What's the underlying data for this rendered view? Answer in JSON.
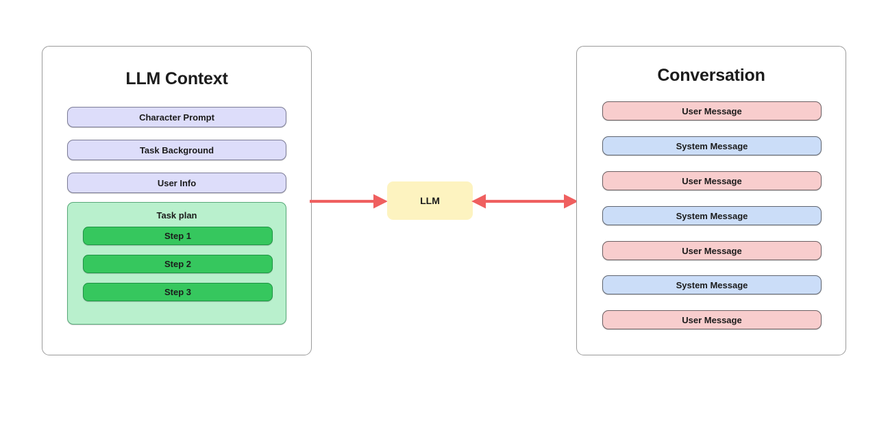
{
  "diagram": {
    "title_left": "LLM Context",
    "title_right": "Conversation",
    "center_node_label": "LLM",
    "accent_arrow_color": "#ef5f5f",
    "colors": {
      "context_item": "#ddddfa",
      "task_plan_group": "#b9f0cd",
      "task_step": "#36c75e",
      "user_message": "#f8cdcd",
      "system_message": "#cbddf8",
      "llm_node": "#fdf3c0",
      "panel_border": "#9a9a9a"
    }
  },
  "llm_context": {
    "title": "LLM Context",
    "items": [
      {
        "label": "Character Prompt"
      },
      {
        "label": "Task Background"
      },
      {
        "label": "User Info"
      }
    ],
    "task_plan": {
      "label": "Task plan",
      "steps": [
        {
          "label": "Step 1"
        },
        {
          "label": "Step 2"
        },
        {
          "label": "Step 3"
        }
      ]
    }
  },
  "center": {
    "label": "LLM"
  },
  "conversation": {
    "title": "Conversation",
    "messages": [
      {
        "label": "User Message",
        "role": "user"
      },
      {
        "label": "System Message",
        "role": "system"
      },
      {
        "label": "User Message",
        "role": "user"
      },
      {
        "label": "System Message",
        "role": "system"
      },
      {
        "label": "User Message",
        "role": "user"
      },
      {
        "label": "System Message",
        "role": "system"
      },
      {
        "label": "User Message",
        "role": "user"
      }
    ]
  }
}
